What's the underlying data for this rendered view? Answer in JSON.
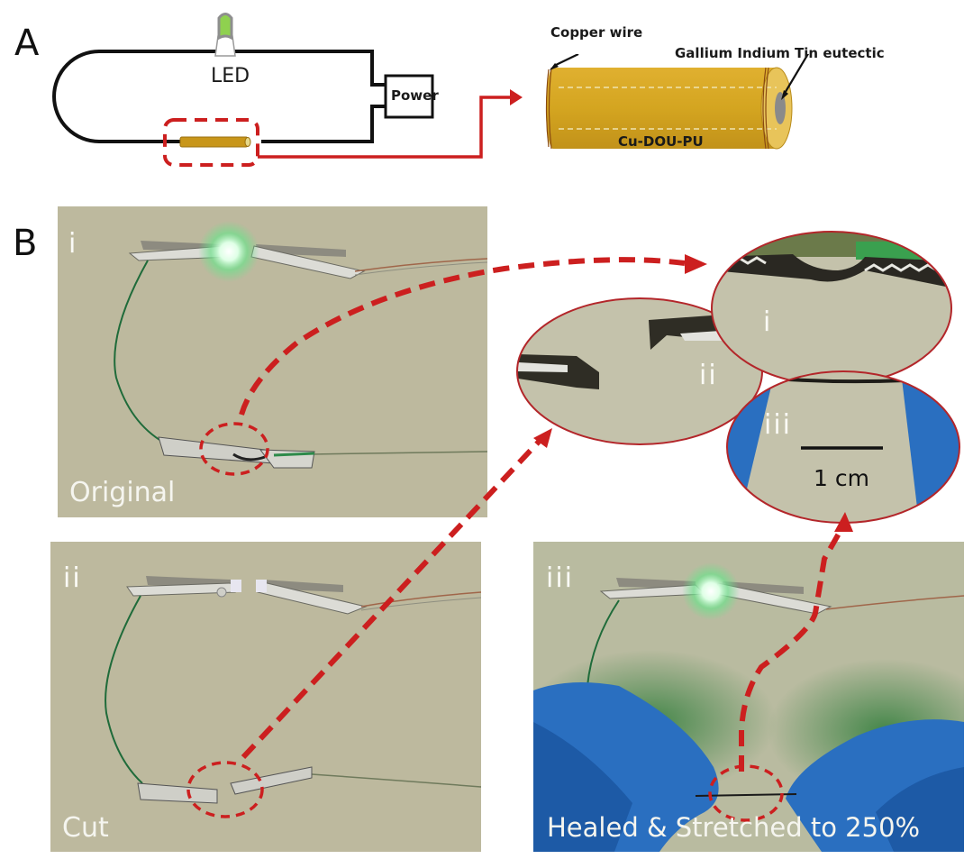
{
  "figure": {
    "panel_a": {
      "letter": "A",
      "circuit": {
        "led_label": "LED",
        "power_label": "Power"
      },
      "wire_schematic": {
        "copper_wire_label": "Copper wire",
        "eutectic_label": "Gallium Indium Tin eutectic",
        "body_label": "Cu-DOU-PU"
      }
    },
    "panel_b": {
      "letter": "B",
      "photos": [
        {
          "index": "i",
          "caption": "Original",
          "led_lit": true
        },
        {
          "index": "ii",
          "caption": "Cut",
          "led_lit": false
        },
        {
          "index": "iii",
          "caption": "Healed & Stretched to 250%",
          "led_lit": true
        }
      ],
      "zoom_insets": [
        {
          "index": "i"
        },
        {
          "index": "ii"
        },
        {
          "index": "iii",
          "scale_bar_label": "1 cm"
        }
      ]
    },
    "colors": {
      "annotation_red": "#cc1f1f",
      "wire_gold": "#d4a017",
      "led_green": "#8fd14f",
      "glove_blue": "#2a6fc0",
      "background_tan": "#bdb99e"
    }
  }
}
